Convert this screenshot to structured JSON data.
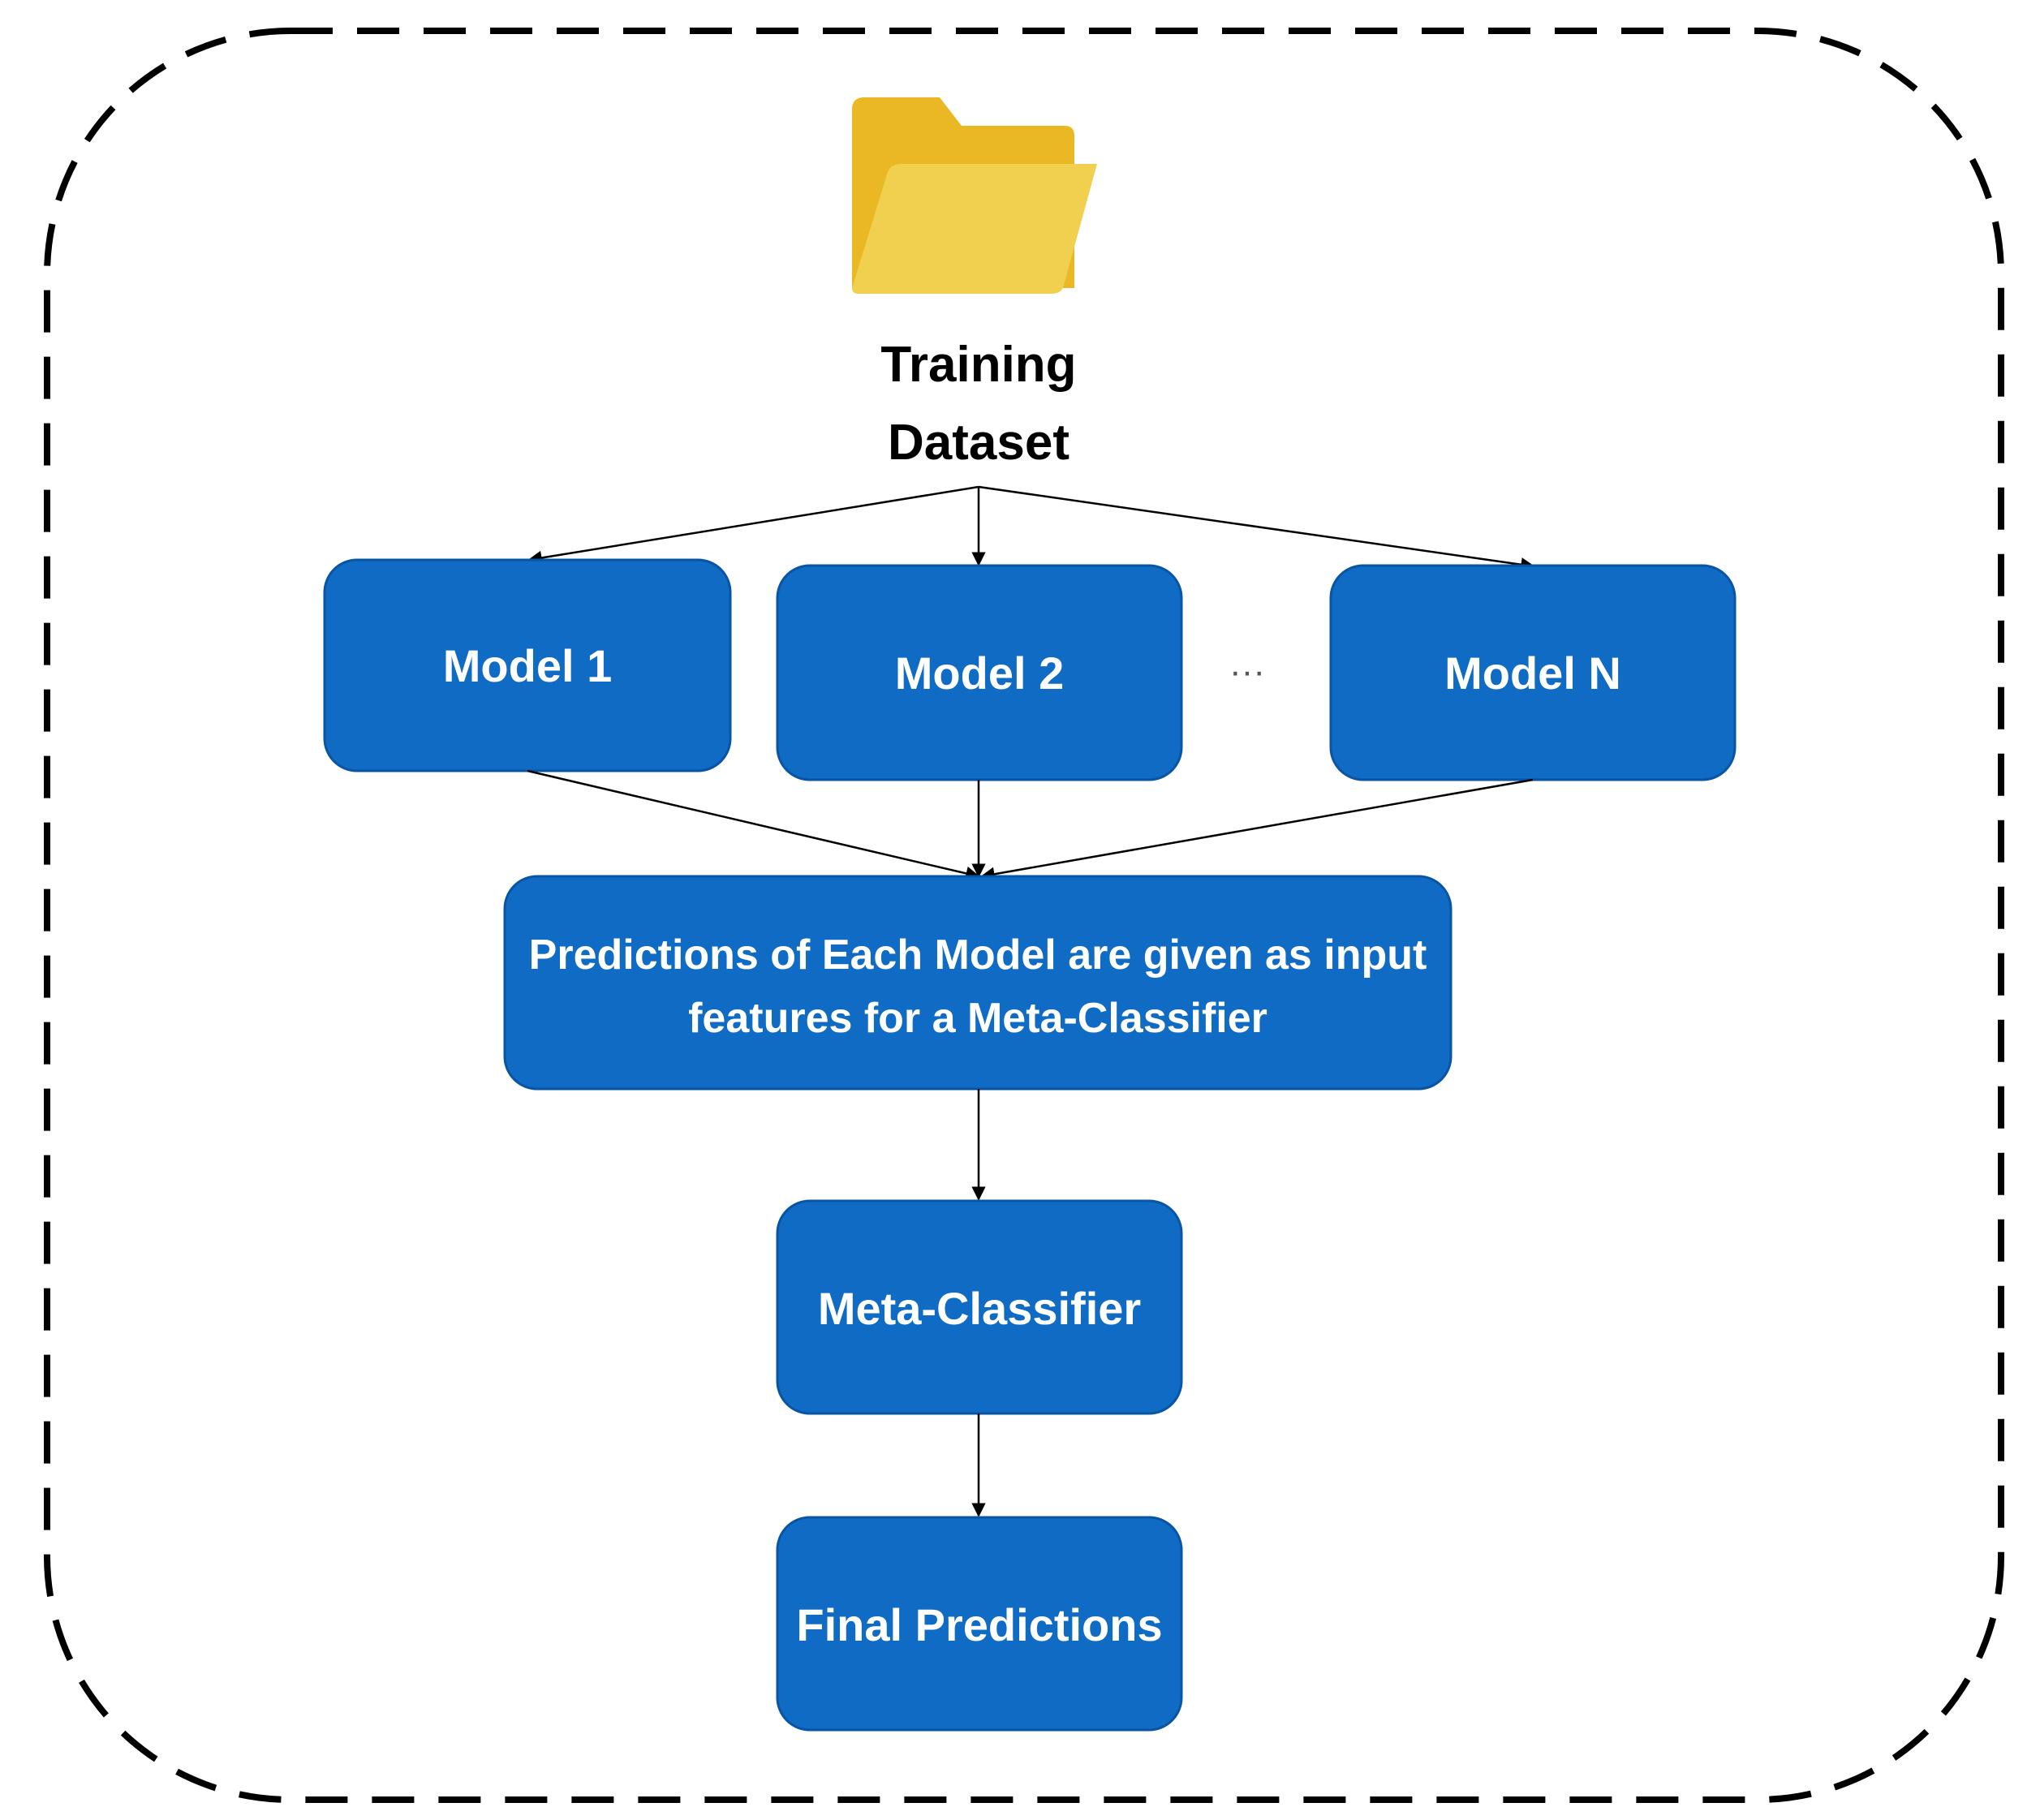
{
  "colors": {
    "box_fill": "#0F6BC3",
    "box_stroke": "#0A55A3",
    "box_text": "#FFFFFF",
    "arrow": "#000000",
    "border": "#000000",
    "folder_back": "#E9B824",
    "folder_front": "#F0D04E"
  },
  "icons": {
    "dataset": "folder-icon"
  },
  "dataset": {
    "line1": "Training",
    "line2": "Dataset"
  },
  "models": {
    "model_1": "Model 1",
    "model_2": "Model 2",
    "ellipsis": "···",
    "model_n": "Model N"
  },
  "predictions": {
    "line1": "Predictions of Each Model are given as input",
    "line2": "features for a Meta-Classifier"
  },
  "meta_classifier": {
    "label": "Meta-Classifier"
  },
  "final": {
    "label": "Final Predictions"
  }
}
